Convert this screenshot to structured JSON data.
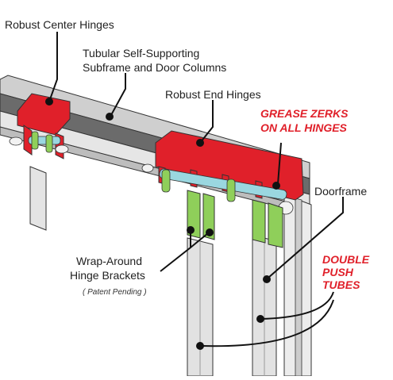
{
  "labels": {
    "robust_center_hinges": "Robust Center Hinges",
    "subframe_line1": "Tubular Self-Supporting",
    "subframe_line2": "Subframe and Door Columns",
    "robust_end_hinges": "Robust End Hinges",
    "grease_line1": "GREASE ZERKS",
    "grease_line2": "ON ALL HINGES",
    "doorframe": "Doorframe",
    "double_push_line1": "DOUBLE",
    "double_push_line2": "PUSH",
    "double_push_line3": "TUBES",
    "wrap_line1": "Wrap-Around",
    "wrap_line2": "Hinge Brackets",
    "patent": "( Patent Pending )"
  },
  "colors": {
    "hinge_red": "#e0202a",
    "bracket_green": "#8fcf5a",
    "frame_gray": "#d9d9d9",
    "beam_dark": "#6b6b6b",
    "callout_red": "#e0202a"
  }
}
